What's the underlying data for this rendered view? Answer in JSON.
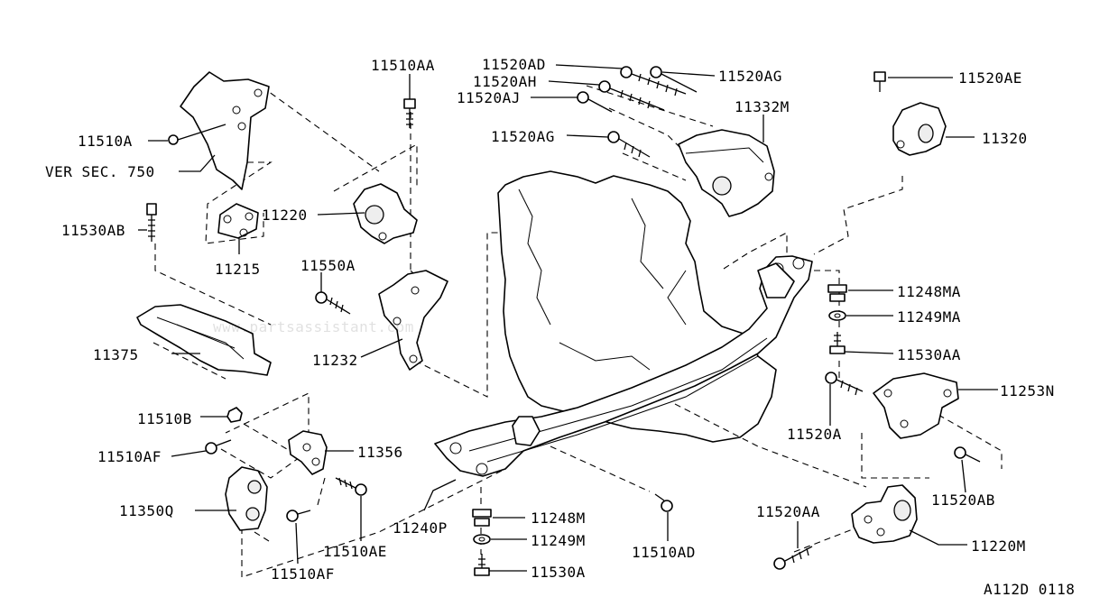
{
  "labels": {
    "l11510A": "11510A",
    "lVER": "VER SEC. 750",
    "l11530AB": "11530AB",
    "l11215": "11215",
    "l11510AA": "11510AA",
    "l11220": "11220",
    "l11550A": "11550A",
    "l11232": "11232",
    "l11375": "11375",
    "l11510B": "11510B",
    "l11510AF1": "11510AF",
    "l11356": "11356",
    "l11350Q": "11350Q",
    "l11510AE": "11510AE",
    "l11510AF2": "11510AF",
    "l11240P": "11240P",
    "l11248M": "11248M",
    "l11249M": "11249M",
    "l11530A": "11530A",
    "l11510AD": "11510AD",
    "l11520AD": "11520AD",
    "l11520AH": "11520AH",
    "l11520AJ": "11520AJ",
    "l11520AG1": "11520AG",
    "l11520AG2": "11520AG",
    "l11332M": "11332M",
    "l11520AE": "11520AE",
    "l11320": "11320",
    "l11248MA": "11248MA",
    "l11249MA": "11249MA",
    "l11530AA": "11530AA",
    "l11253N": "11253N",
    "l11520A": "11520A",
    "l11520AB": "11520AB",
    "l11520AA": "11520AA",
    "l11220M": "11220M"
  },
  "figure_code": "A112D 0118",
  "watermark": "www.partsassistant.com"
}
